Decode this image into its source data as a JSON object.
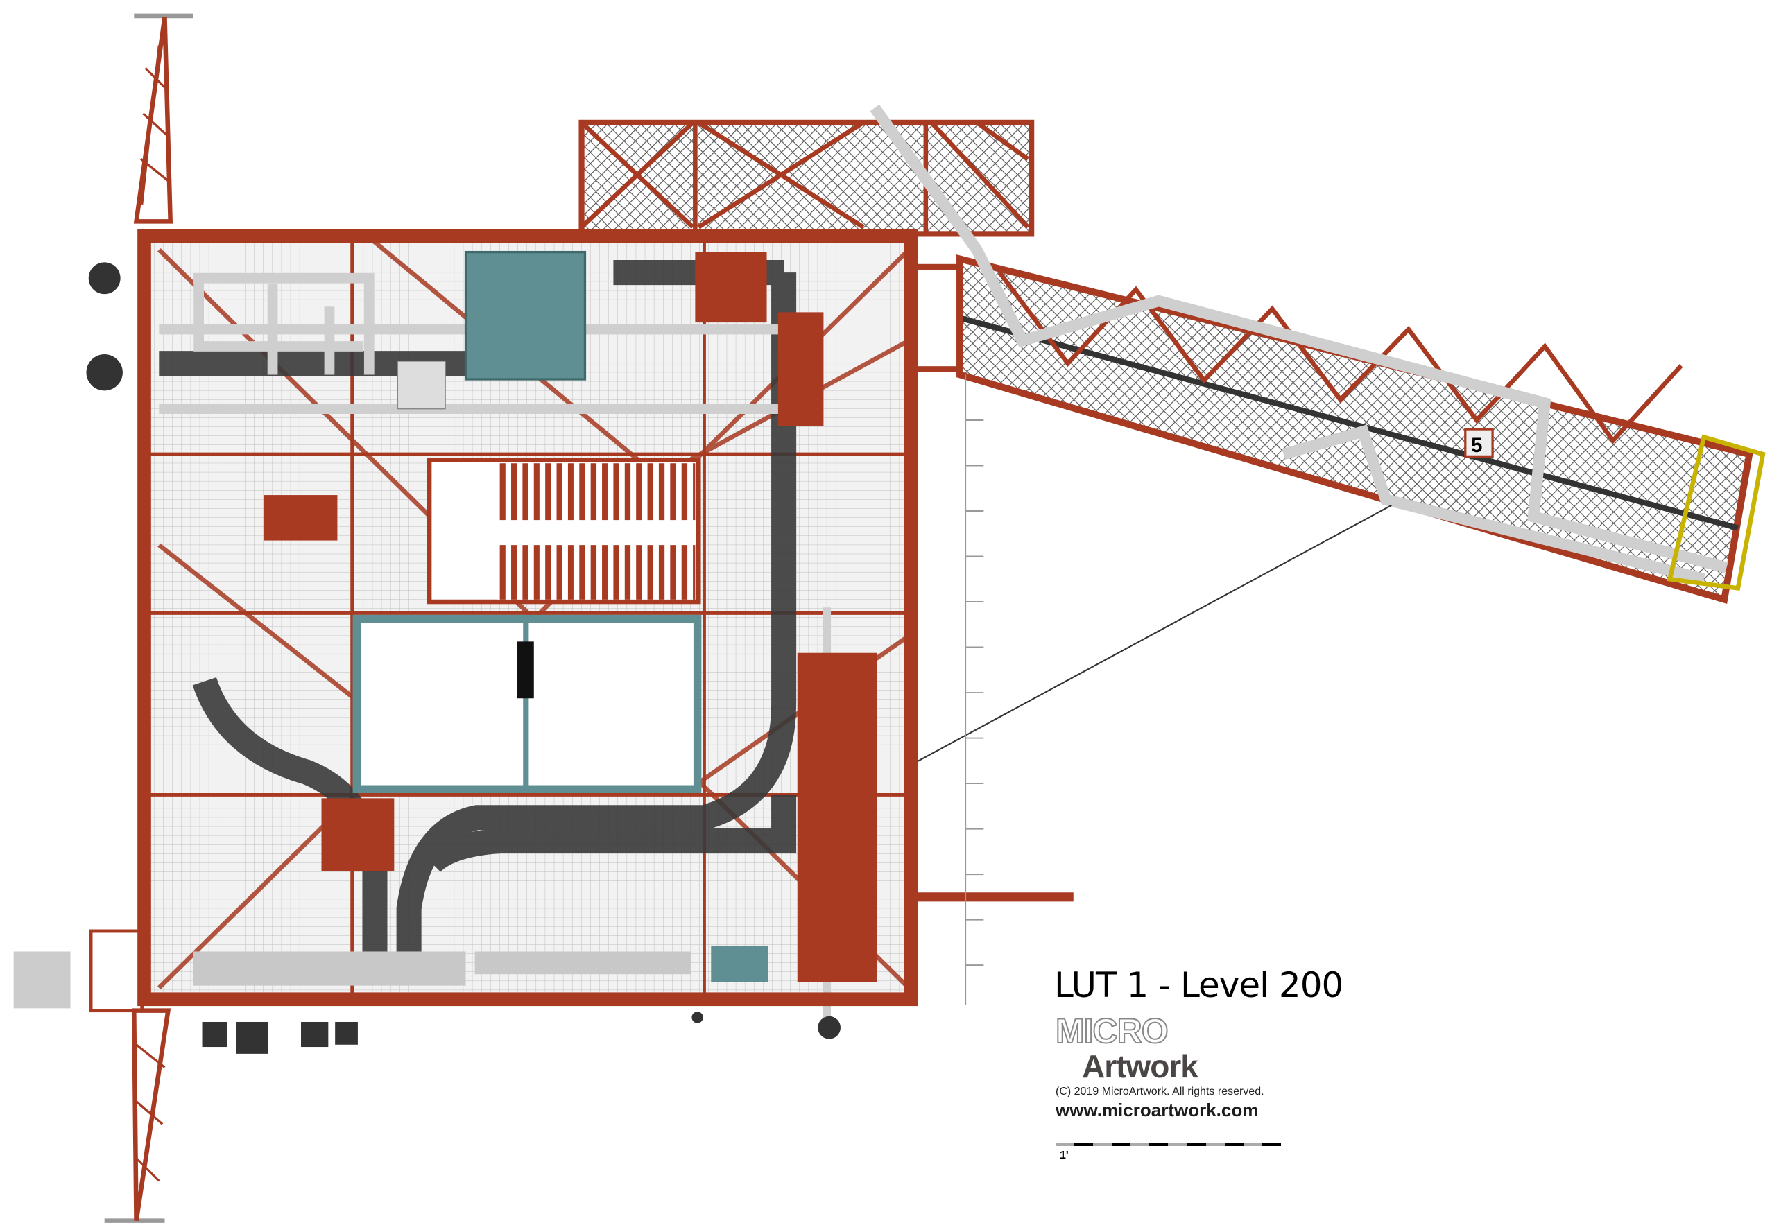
{
  "title": "LUT 1 - Level 200",
  "logo": {
    "micro": "MICRO",
    "artwork": "Artwork"
  },
  "copyright": "(C) 2019 MicroArtwork. All rights reserved.",
  "website": "www.microartwork.com",
  "scale_bar": {
    "label": "1'",
    "segments": 12
  },
  "boom_marker": "5",
  "colors": {
    "steel_red": "#a83a22",
    "teal": "#5f8f92",
    "duct": "#3a3a3a",
    "pipe": "#cfcfcf",
    "grid": "#d8d8d8",
    "yellow": "#c8b400"
  }
}
